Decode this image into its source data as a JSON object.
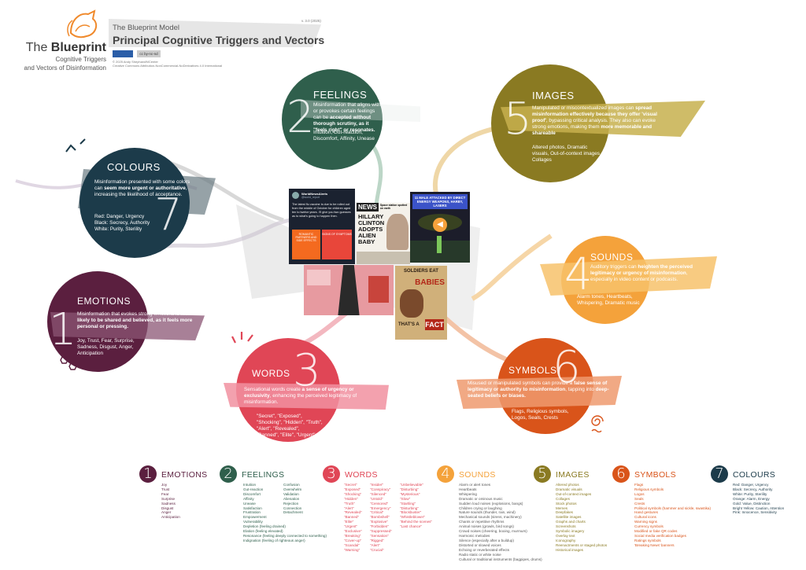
{
  "header": {
    "logo_title_pre": "The ",
    "logo_title_bold": "Blueprint",
    "logo_sub1": "Cognitive Triggers",
    "logo_sub2": "and Vectors of Disinformation",
    "model_name": "The Blueprint Model",
    "main_title": "Principal Cognitive Triggers and Vectors",
    "version": "v. 3.0 (2025)",
    "copyright": "© 2025 Andy Shephard/MCenter",
    "license": "Creative Commons Attribution-NonCommercial-NoDerivatives 4.0 International",
    "cc_badge": "cc by-nc-nd"
  },
  "triggers": {
    "feelings": {
      "num": "2",
      "title": "FEELINGS",
      "text_a": "Misinformation that aligns with or provokes certain feelings can be ",
      "text_b": "accepted without thorough scrutiny, as it \"feels right\" or resonates.",
      "examples": "Intuition, Gut-reaction, Discomfort, Affinity, Unease"
    },
    "images": {
      "num": "5",
      "title": "IMAGES",
      "text_a": "Manipulated or miscontextualized images can ",
      "text_b": "spread misinformation effectively because they offer 'visual proof'",
      "text_c": ", bypassing critical analysis. They also can evoke strong emotions, making them ",
      "text_d": "more memorable and shareable",
      "examples": "Altered photos, Dramatic visuals, Out-of-context images, Collages"
    },
    "colours": {
      "num": "7",
      "title": "COLOURS",
      "text_a": "Misinformation presented with some colors can ",
      "text_b": "seem more urgent or authoritative",
      "text_c": ", increasing the likelihood of acceptance.",
      "examples": "Red: Danger, Urgency\nBlack: Secrecy, Authority\nWhite: Purity, Sterility"
    },
    "sounds": {
      "num": "4",
      "title": "SOUNDS",
      "text_a": "Auditory triggers can ",
      "text_b": "heighten the perceived legitimacy or urgency of misinformation",
      "text_c": ", especially in video content or podcasts.",
      "examples": "Alarm tones, Heartbeats, Whispering, Dramatic music"
    },
    "emotions": {
      "num": "1",
      "title": "EMOTIONS",
      "text_a": "Misinformation that evokes strong emotions is ",
      "text_b": "more likely to be shared and believed, as it feels more personal or pressing.",
      "examples": "Joy, Trust, Fear, Surprise, Sadness, Disgust, Anger, Anticipation"
    },
    "words": {
      "num": "3",
      "title": "WORDS",
      "text_a": "Sensational words create ",
      "text_b": "a sense of urgency or exclusivity",
      "text_c": ", enhancing the perceived legitimacy of misinformation.",
      "examples": "\"Secret\", \"Exposed\", \"Shocking\", \"Hidden\", \"Truth\", \"Alert\", \"Revealed\", \"Banned\", \"Elite\", \"Urgent\""
    },
    "symbols": {
      "num": "6",
      "title": "SYMBOLS",
      "text_a": "Misused or manipulated symbols can provide a ",
      "text_b": "false sense of legitimacy or authority to misinformation",
      "text_c": ", tapping into ",
      "text_d": "deep-seated beliefs or biases.",
      "examples": "Flags, Religious symbols, Logos, Seals, Crests"
    }
  },
  "examples_panel": {
    "tweet_name": "WorldNewsAlerts",
    "tweet_handle": "@world_report",
    "tweet_text": "The latest flu vaccine is due to be rolled out from the middle of October for children aged ten to twelve years. I'll give you two guesses as to what's going to happen then.",
    "card1": "ROMANTIC PARTNERS AND SIDE EFFECTS",
    "card2": "SIGNS OF SYMPTOMS",
    "news_banner": "NEWS",
    "news_headline": "HILLARY CLINTON ADOPTS ALIEN BABY",
    "news_small": "Space station spotted on earth",
    "video_headline": "11 MALE ATTACKED BY DIRECT ENERGY WEAPONS, HARBY, LASERS",
    "poster_top": "SOLDIERS EAT",
    "poster_mid": "BABIES",
    "poster_bottom": "THAT'S A",
    "poster_fact": "FACT"
  },
  "legend": {
    "emotions": {
      "num": "1",
      "title": "EMOTIONS",
      "items": [
        "Joy",
        "Trust",
        "Fear",
        "Surprise",
        "Sadness",
        "Disgust",
        "Anger",
        "Anticipation"
      ]
    },
    "feelings": {
      "num": "2",
      "title": "FEELINGS",
      "items": [
        "Intuition",
        "Gut-reaction",
        "Discomfort",
        "Affinity",
        "Unease",
        "Satisfaction",
        "Frustration",
        "Empowerment",
        "Vulnerability",
        "Depletion (feeling drained)",
        "Elation (feeling elevated)",
        "Resonance (feeling deeply connected to something)",
        "Indignation (feeling of righteous anger)"
      ],
      "items2": [
        "Confusion",
        "Overwhelm",
        "Validation",
        "Alienation",
        "Rejection",
        "Connection",
        "Detachment"
      ]
    },
    "words": {
      "num": "3",
      "title": "WORDS",
      "items": [
        "\"Secret\"",
        "\"Exposed\"",
        "\"Shocking\"",
        "\"Hidden\"",
        "\"Truth\"",
        "\"Alert\"",
        "\"Revealed\"",
        "\"Banned\"",
        "\"Elite\"",
        "\"Urgent\"",
        "\"Exclusive\"",
        "\"Breaking\"",
        "\"Cover-up\"",
        "\"Scandal\"",
        "\"Warning\""
      ],
      "items2": [
        "\"Insider\"",
        "\"Conspiracy\"",
        "\"Silenced\"",
        "\"Untold\"",
        "\"Censored\"",
        "\"Emergency\"",
        "\"Critical\"",
        "\"Bombshell\"",
        "\"Explosive\"",
        "\"Forbidden\"",
        "\"Suppressed\"",
        "\"Sensation\"",
        "\"Rigged\"",
        "\"Alert\"",
        "\"Crucial\""
      ],
      "items3": [
        "\"Unbelievable\"",
        "\"Disturbing\"",
        "\"Mysterious\"",
        "\"Slow\"",
        "\"Startling\"",
        "\"Disturbing\"",
        "\"Blockbuster\"",
        "\"Whistleblower\"",
        "\"Behind the scenes\"",
        "\"Last chance\""
      ]
    },
    "sounds": {
      "num": "4",
      "title": "SOUNDS",
      "items": [
        "Alarm or alert tones",
        "Heartbeats",
        "Whispering",
        "Dramatic or ominous music",
        "Sudden loud noises (explosions, bangs)",
        "Children crying or laughing",
        "Nature sounds (thunder, rain, wind)",
        "Mechanical sounds (sirens, machinery)",
        "Chants or repetitive rhythms",
        "Animal noises (growls, bird songs)",
        "Crowd noises (cheering, booing, murmurs)",
        "Harmonic melodies",
        "Silence (especially after a buildup)",
        "Distorted or slowed voices",
        "Echoing or reverberated effects",
        "Radio static or white noise",
        "Cultural or traditional instruments (bagpipes, drums)"
      ]
    },
    "images": {
      "num": "5",
      "title": "IMAGES",
      "items": [
        "Altered photos",
        "Dramatic visuals",
        "Out-of-context images",
        "Collages",
        "Stock photos",
        "Memes",
        "Deepfakes",
        "Satellite images",
        "Graphs and charts",
        "Screenshots",
        "Symbolic imagery",
        "Overlay text",
        "Iconography",
        "Reenactments or staged photos",
        "Historical images"
      ]
    },
    "symbols": {
      "num": "6",
      "title": "SYMBOLS",
      "items": [
        "Flags",
        "Religious symbols",
        "Logos",
        "Seals",
        "Crests",
        "Political symbols (hammer and sickle, swastika)",
        "Hand gestures",
        "Cultural icons",
        "Warning signs",
        "Currency symbols",
        "Modified or fake QR codes",
        "Social media verification badges",
        "Ratings symbols",
        "'Breaking News' banners"
      ]
    },
    "colours": {
      "num": "7",
      "title": "COLOURS",
      "items": [
        "Red: Danger, Urgency",
        "Black: Secrecy, Authority",
        "White: Purity, Sterility",
        "Orange: Alarm, Energy",
        "Gold: Value, Distinction",
        "Bright Yellow: Caution, Attention",
        "Pink: Innocence, Sensitivity"
      ]
    }
  },
  "colors": {
    "emotions": "#5b1f3f",
    "feelings": "#2f5f4c",
    "words": "#e04656",
    "sounds": "#f4a23b",
    "images": "#8a7a22",
    "symbols": "#d9541a",
    "colours": "#1c3b4a"
  }
}
